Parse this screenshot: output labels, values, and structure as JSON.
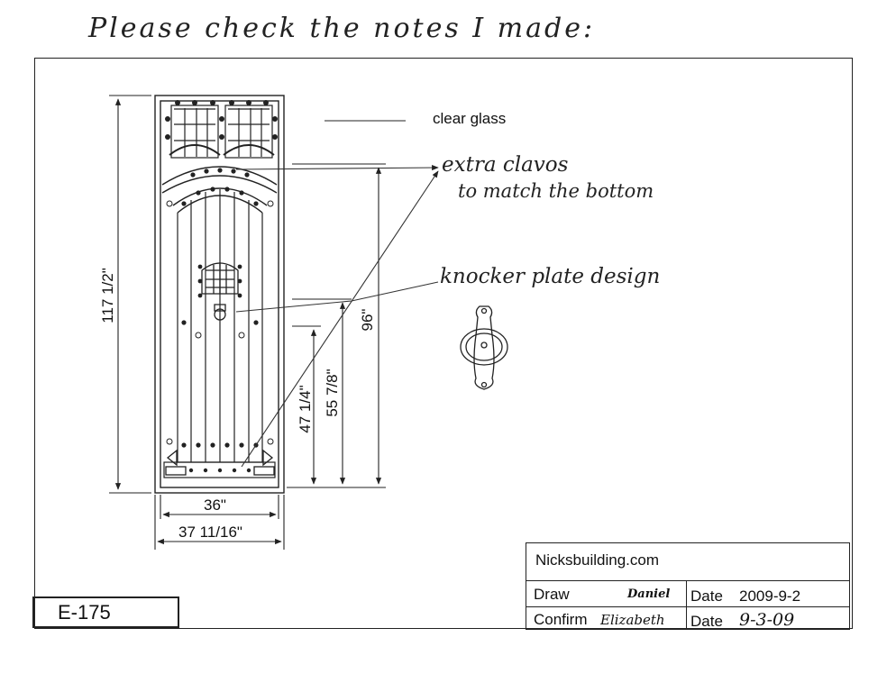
{
  "notes": {
    "header": "Please check the notes I made:",
    "extra_clavos": "extra clavos",
    "extra_clavos_2": "to match the bottom",
    "knocker": "knocker plate design"
  },
  "labels": {
    "clear_glass": "clear glass",
    "height_total": "117 1/2\"",
    "height_96": "96\"",
    "height_55": "55 7/8\"",
    "height_47": "47 1/4\"",
    "width_36": "36\"",
    "width_37": "37 11/16\""
  },
  "title_block": {
    "company": "Nicksbuilding.com",
    "draw_label": "Draw",
    "draw_sign": "Daniel",
    "date_label_1": "Date",
    "date_value_1": "2009-9-2",
    "confirm_label": "Confirm",
    "confirm_sign": "Elizabeth",
    "date_label_2": "Date",
    "date_value_2": "9-3-09"
  },
  "drawing_number": "E-175"
}
